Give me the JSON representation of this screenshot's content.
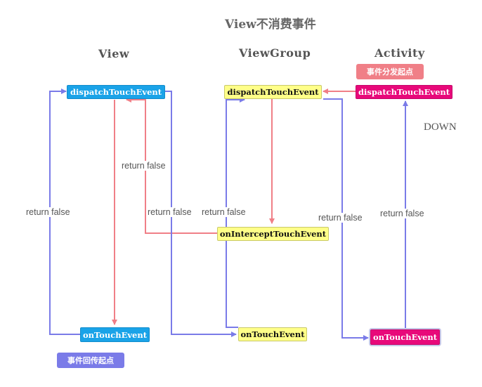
{
  "title": "View不消费事件",
  "columns": {
    "view": "View",
    "viewgroup": "ViewGroup",
    "activity": "Activity"
  },
  "nodes": {
    "view_dispatch": "dispatchTouchEvent",
    "view_ontouch": "onTouchEvent",
    "vg_dispatch": "dispatchTouchEvent",
    "vg_intercept": "onInterceptTouchEvent",
    "vg_ontouch": "onTouchEvent",
    "act_dispatch": "dispatchTouchEvent",
    "act_ontouch": "onTouchEvent"
  },
  "tags": {
    "dispatch_start": "事件分发起点",
    "return_start": "事件回传起点"
  },
  "edge_labels": {
    "view_left": "return false",
    "vg_to_view": "return false",
    "view_right": "return false",
    "vg_left": "return false",
    "vg_right": "return false",
    "act_right": "return false"
  },
  "direction_label": "DOWN",
  "colors": {
    "down_flow": "#f07f87",
    "up_flow": "#7a7be8",
    "view_box": "#1aa3e8",
    "viewgroup_box": "#ffff88",
    "activity_box": "#e8097a",
    "dispatch_tag": "#f07f87",
    "return_tag": "#7a7be8"
  }
}
